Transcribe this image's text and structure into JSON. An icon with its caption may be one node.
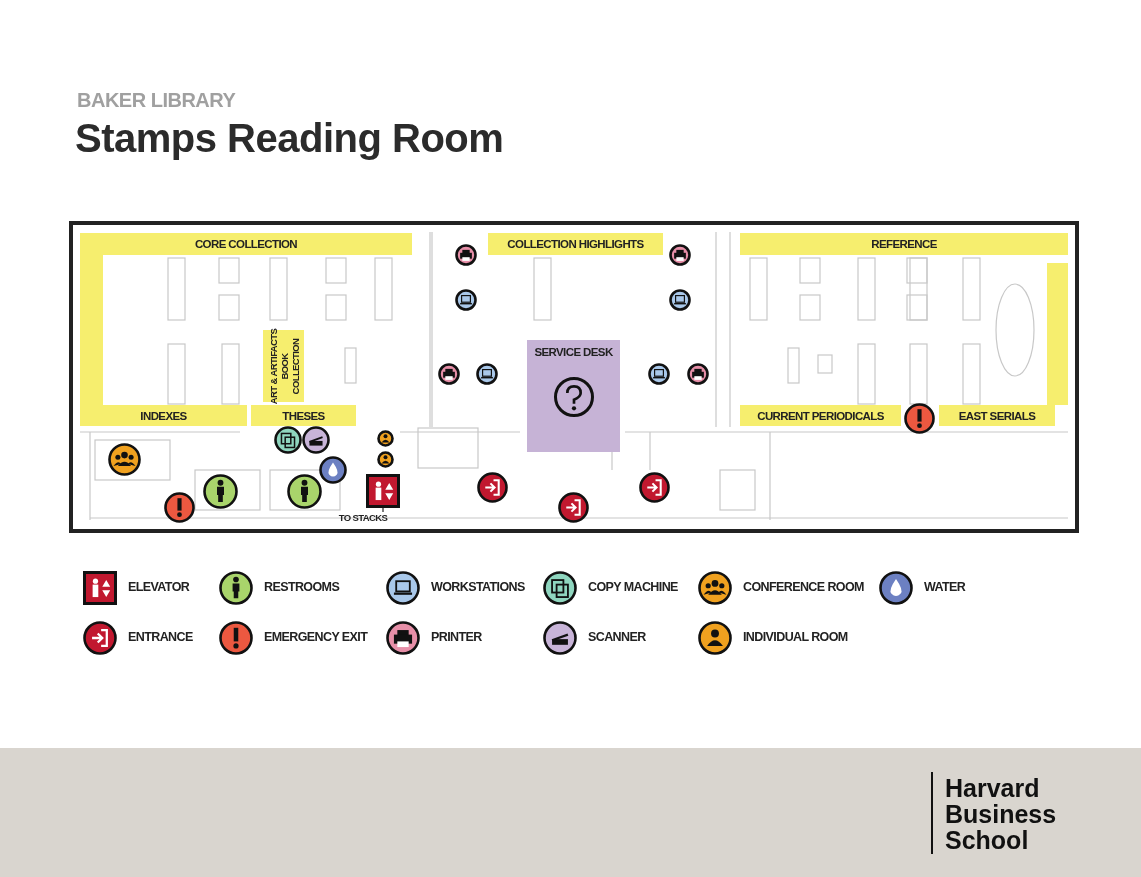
{
  "diagram": {
    "title": "Stamps Reading Room",
    "nodes": [
      {
        "text": [
          "CORE COLLECTION"
        ]
      },
      {
        "text": [
          "COLLECTION HIGHLIGHTS"
        ]
      },
      {
        "text": [
          "REFERENCE"
        ]
      },
      {
        "text": [
          "ART & ARTIFACTS BOOK COLLECTION"
        ]
      },
      {
        "text": [
          "SERVICE DESK"
        ]
      },
      {
        "text": [
          "INDEXES"
        ]
      },
      {
        "text": [
          "THESES"
        ]
      },
      {
        "text": [
          "CURRENT PERIODICALS"
        ]
      },
      {
        "text": [
          "EAST SERIALS"
        ]
      },
      {
        "text": [
          "TO STACKS"
        ]
      },
      {
        "text": [],
        "shape": "picture"
      }
    ],
    "edges": [
      {
        "from": 9,
        "to": 10,
        "arrow": "none"
      }
    ],
    "labels": [
      "BAKER LIBRARY",
      "Harvard Business School"
    ],
    "legend": [
      {
        "text": "ELEVATOR"
      },
      {
        "text": "ENTRANCE"
      },
      {
        "text": "RESTROOMS"
      },
      {
        "text": "EMERGENCY EXIT"
      },
      {
        "text": "WORKSTATIONS"
      },
      {
        "text": "PRINTER"
      },
      {
        "text": "COPY MACHINE"
      },
      {
        "text": "SCANNER"
      },
      {
        "text": "CONFERENCE ROOM"
      },
      {
        "text": "INDIVIDUAL ROOM"
      },
      {
        "text": "WATER"
      }
    ]
  }
}
